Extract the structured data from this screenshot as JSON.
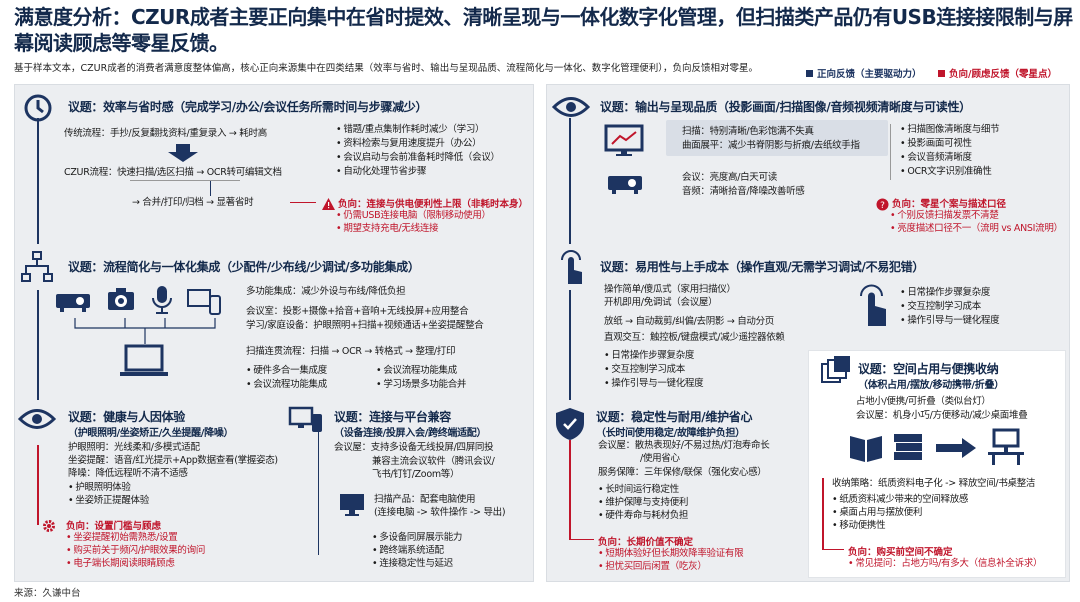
{
  "title": "满意度分析：CZUR成者主要正向集中在省时提效、清晰呈现与一体化数字化管理，但扫描类产品仍有USB连接接限制与屏幕阅读顾虑等零星反馈。",
  "subtitle": "基于样本文本，CZUR成者的消费者满意度整体偏高，核心正向来源集中在四类结果（效率与省时、输出与呈现品质、流程简化与一体化、数字化管理便利），负向反馈相对零星。",
  "legend": {
    "positive": "正向反馈（主要驱动力）",
    "negative": "负向/顾虑反馈（零星点）",
    "positive_color": "#1d3461",
    "negative_color": "#c0152b"
  },
  "source": "来源：久谦中台",
  "cards": {
    "efficiency": {
      "title": "议题：效率与省时感（完成学习/办公/会议任务所需时间与步骤减少）",
      "traditional": "传统流程：手抄/反复翻找资料/重复录入 → 耗时高",
      "czur": "CZUR流程：快速扫描/选区扫描 → OCR转可编辑文档",
      "czur2": "→ 合并/打印/归档 → 显著省时",
      "bullets": [
        "错题/重点集制作耗时减少（学习）",
        "资料检索与复用速度提升（办公）",
        "会议启动与会前准备耗时降低（会议）",
        "自动化处理节省步骤"
      ],
      "neg_title": "负向：连接与供电便利性上限（非耗时本身）",
      "neg": [
        "仍需USB连接电脑（限制移动使用）",
        "期望支持充电/无线连接"
      ]
    },
    "integration": {
      "title": "议题：流程简化与一体化集成（少配件/少布线/少调试/多功能集成）",
      "line1": "多功能集成：减少外设与布线/降低负担",
      "line2": "会议室：投影+摄像+拾音+音响+无线投屏+应用整合",
      "line3": "学习/家庭设备：护眼照明+扫描+视频通话+坐姿提醒整合",
      "line4": "扫描连贯流程：扫描 → OCR → 转格式 → 整理/打印",
      "bullets": [
        "硬件多合一集成度",
        "会议流程功能集成",
        "会议流程功能集成",
        "学习场景多功能合并"
      ]
    },
    "health": {
      "title": "议题：健康与人因体验",
      "sub": "（护眼照明/坐姿矫正/久坐提醒/降噪）",
      "l1": "护眼照明：光线柔和/多模式适配",
      "l2": "坐姿提醒：语音/红光提示+App数据查看(掌握姿态)",
      "l3": "降噪：降低远程听不清不适感",
      "bullets": [
        "护眼照明体验",
        "坐姿矫正提醒体验"
      ],
      "neg_title": "负向：设置门槛与顾虑",
      "neg": [
        "坐姿提醒初始需熟悉/设置",
        "购买前关于频闪/护眼效果的询问",
        "电子端长期阅读眼睛顾虑"
      ]
    },
    "compat": {
      "title": "议题：连接与平台兼容",
      "sub": "（设备连接/投屏入会/跨终端适配）",
      "l1": "会议屋：支持多设备无线投屏/四屏同投",
      "l2": "兼容主流会议软件（腾讯会议/",
      "l3": "飞书/钉钉/Zoom等）",
      "l4": "扫描产品：配套电脑使用",
      "l5": "(连接电脑 -> 软件操作 -> 导出)",
      "bullets": [
        "多设备同屏展示能力",
        "跨终端系统适配",
        "连接稳定性与延迟"
      ]
    },
    "output": {
      "title": "议题：输出与呈现品质（投影画面/扫描图像/音频视频清晰度与可读性）",
      "l1": "扫描：特别清晰/色彩饱满不失真",
      "l2": "曲面展平：减少书脊阴影与折痕/去纸纹手指",
      "l3": "会议：亮度高/白天可读",
      "l4": "音频：清晰拾音/降噪改善听感",
      "bullets": [
        "扫描图像清晰度与细节",
        "投影画面可视性",
        "会议音频清晰度",
        "OCR文字识别准确性"
      ],
      "neg_title": "负向：零星个案与描述口径",
      "neg": [
        "个别反馈扫描发票不清楚",
        "亮度描述口径不一（流明 vs ANSI流明）"
      ]
    },
    "usability": {
      "title": "议题：易用性与上手成本（操作直观/无需学习调试/不易犯错）",
      "l1": "操作简单/傻瓜式（家用扫描仪）",
      "l2": "开机即用/免调试（会议屋）",
      "l3": "放纸 → 自动裁剪/纠偏/去阴影 → 自动分页",
      "l4": "直观交互：触控板/键盘模式/减少遥控器依赖",
      "bullets_right": [
        "日常操作步骤复杂度",
        "交互控制学习成本",
        "操作引导与一键化程度"
      ],
      "bullets_bottom": [
        "日常操作步骤复杂度",
        "交互控制学习成本",
        "操作引导与一键化程度"
      ]
    },
    "stability": {
      "title": "议题：稳定性与耐用/维护省心",
      "sub": "（长时间使用稳定/故障维护负担）",
      "l1": "会议屋：散热表现好/不易过热/灯泡寿命长",
      "l2": "/使用省心",
      "l3": "服务保障：三年保修/联保（强化安心感）",
      "bullets": [
        "长时间运行稳定性",
        "维护保障与支持便利",
        "硬件寿命与耗材负担"
      ],
      "neg_title": "负向：长期价值不确定",
      "neg": [
        "短期体验好但长期效降率验证有限",
        "担忧买回后闲置（吃灰）"
      ]
    },
    "space": {
      "title": "议题：空间占用与便携收纳",
      "sub": "（体积占用/摆放/移动携带/折叠）",
      "l1": "占地小/便携/可折叠（类似台灯）",
      "l2": "会议屋：机身小巧/方便移动/减少桌面堆叠",
      "l3": "收纳策略：纸质资料电子化 -> 释放空间/书桌整洁",
      "bullets": [
        "纸质资料减少带来的空间释放感",
        "桌面占用与摆放便利",
        "移动便携性"
      ],
      "neg_title": "负向：购买前空间不确定",
      "neg": [
        "常见提问：占地方吗/有多大（信息补全诉求）"
      ]
    }
  }
}
